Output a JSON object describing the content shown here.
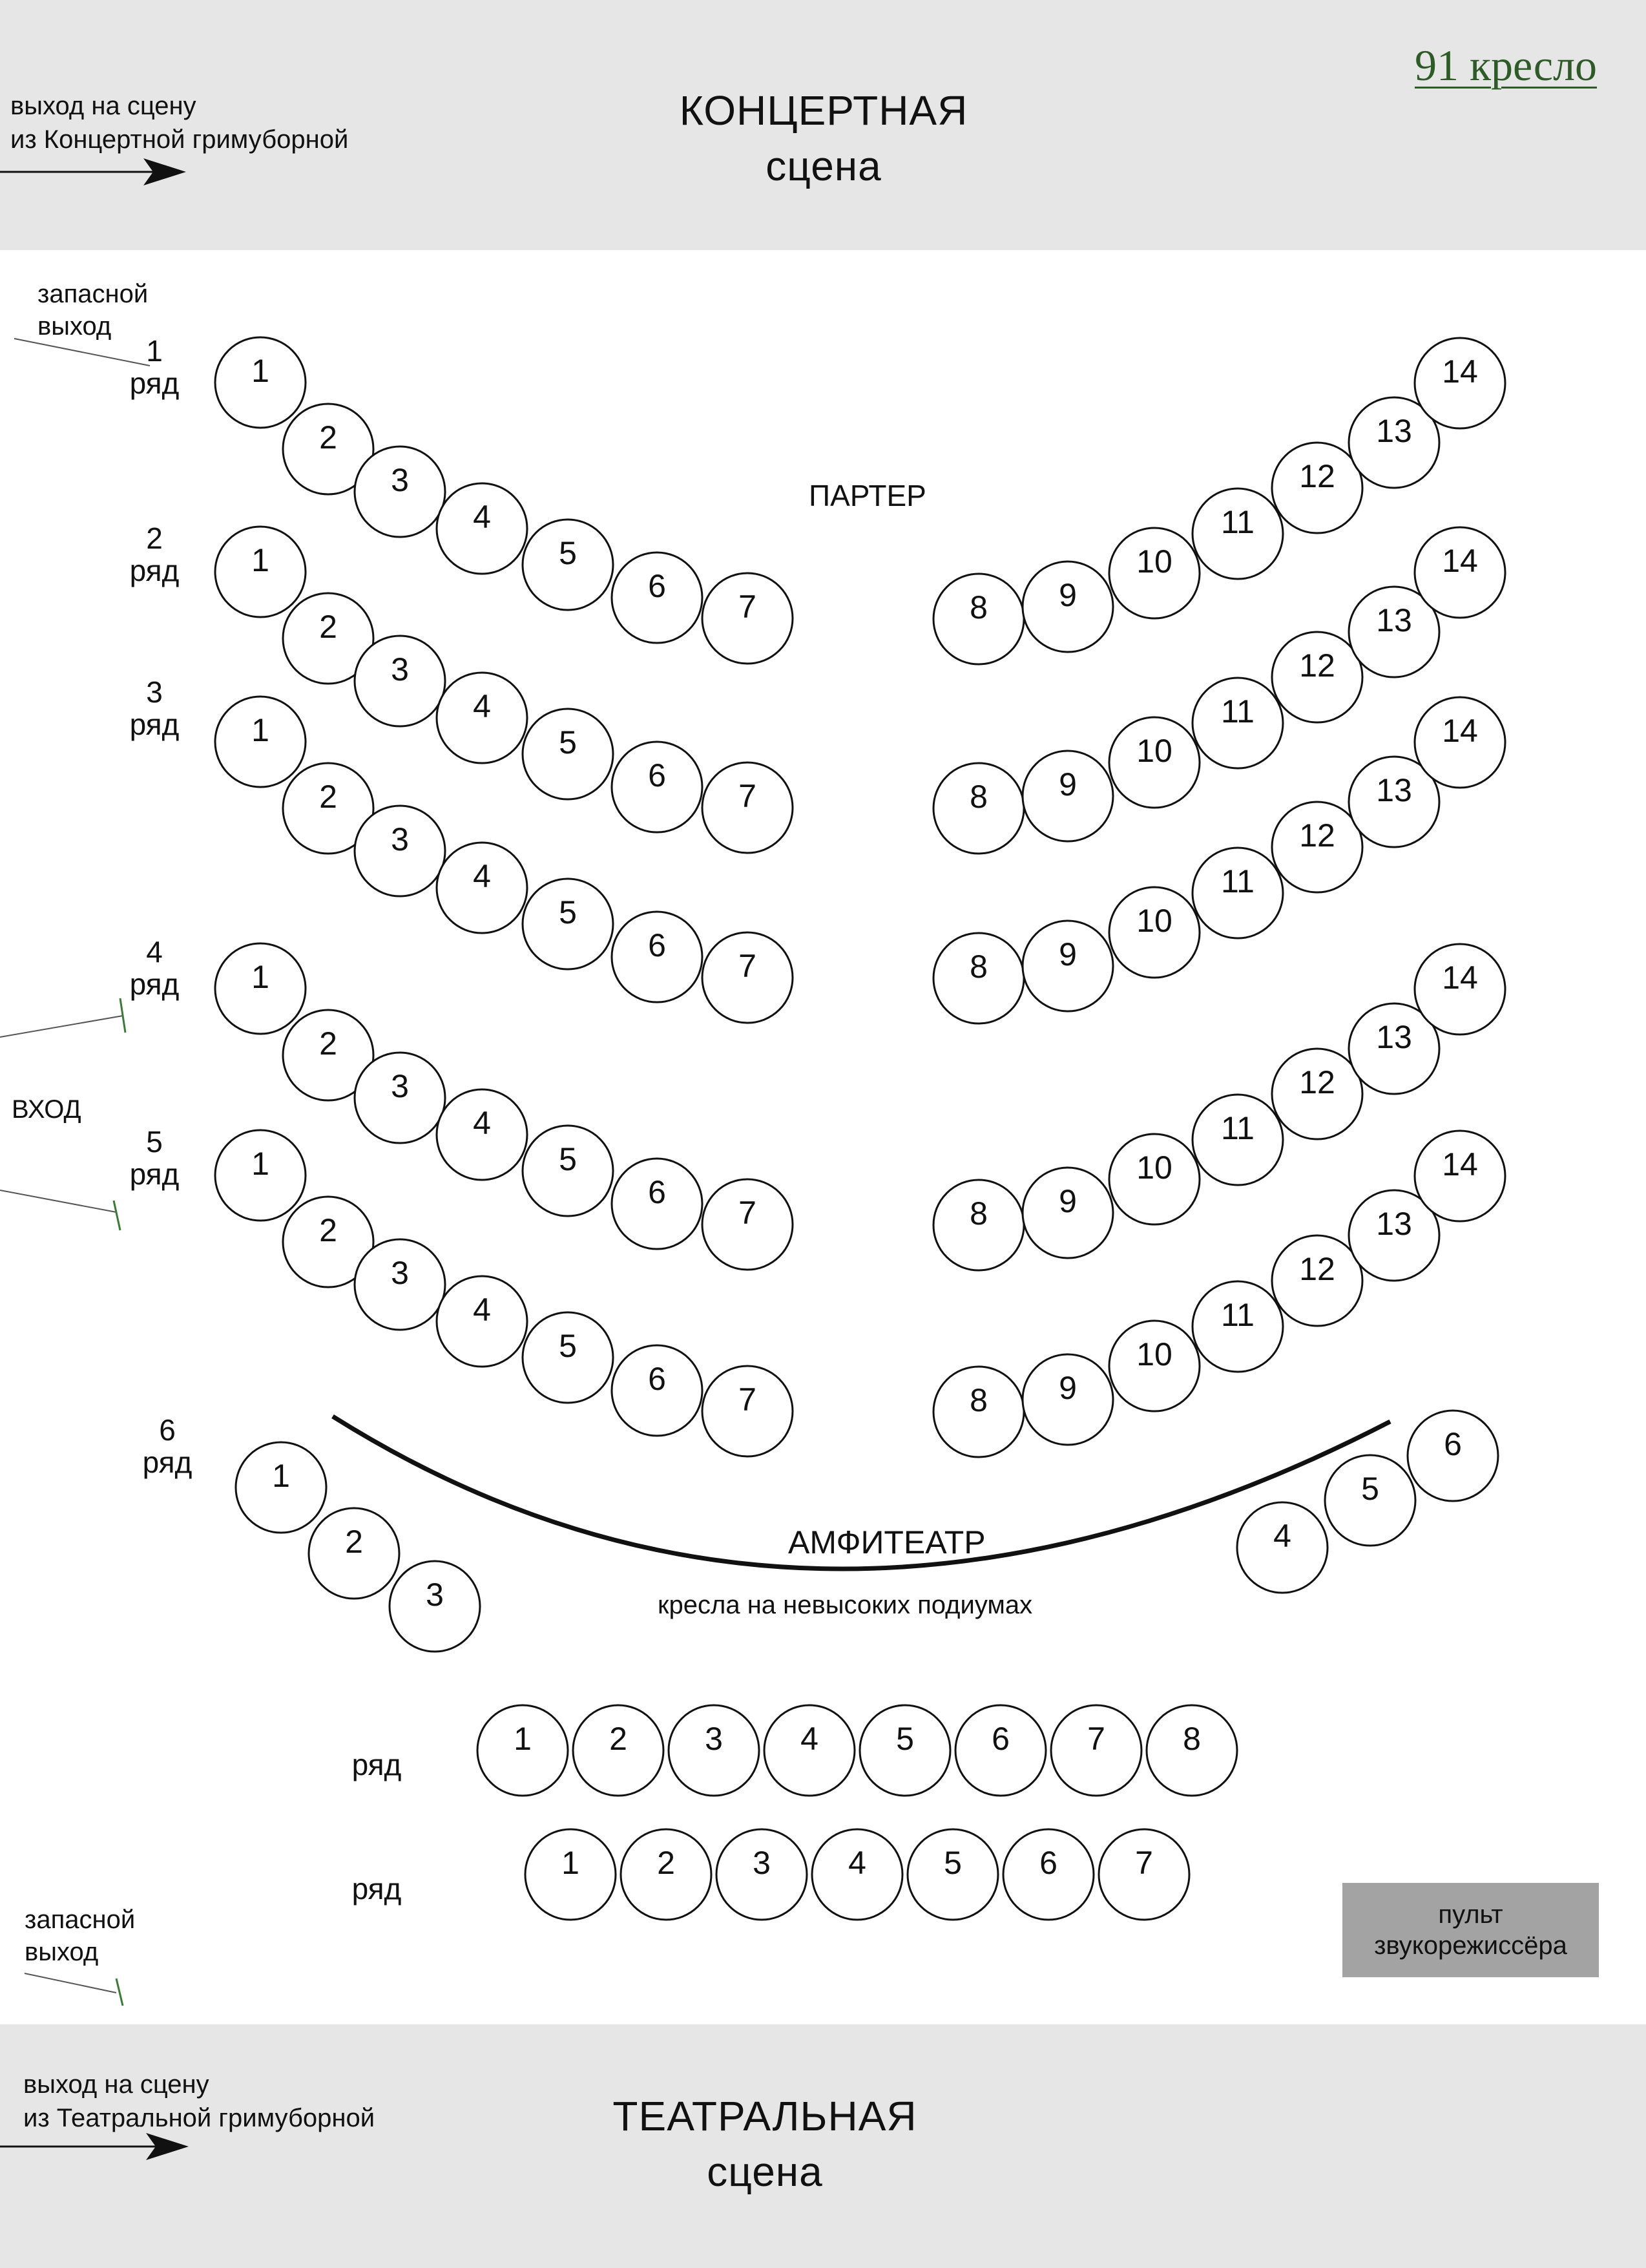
{
  "header": {
    "stage_title_line1": "КОНЦЕРТНАЯ",
    "stage_title_line2": "сцена",
    "exit_note": "выход на сцену\nиз Концертной гримуборной",
    "seat_count": "91 кресло"
  },
  "footer": {
    "stage_title_line1": "ТЕАТРАЛЬНАЯ",
    "stage_title_line2": "сцена",
    "exit_note": "выход на сцену\nиз Театральной гримуборной"
  },
  "labels": {
    "emergency_exit_top": "запасной\nвыход",
    "emergency_exit_bottom": "запасной\nвыход",
    "entrance": "вход",
    "parterre": "ПАРТЕР",
    "amphitheatre": "АМФИТЕАТР",
    "amphitheatre_note": "кресла на невысоких подиумах",
    "sound_desk_line1": "пульт",
    "sound_desk_line2": "звукорежиссёра"
  },
  "rows": [
    {
      "number": "1",
      "word": "ряд"
    },
    {
      "number": "2",
      "word": "ряд"
    },
    {
      "number": "3",
      "word": "ряд"
    },
    {
      "number": "4",
      "word": "ряд"
    },
    {
      "number": "5",
      "word": "ряд"
    },
    {
      "number": "6",
      "word": "ряд"
    },
    {
      "number": "",
      "word": "ряд"
    },
    {
      "number": "",
      "word": "ряд"
    }
  ],
  "seating": {
    "parterre_rows": [
      {
        "row": "1",
        "seats": [
          "1",
          "2",
          "3",
          "4",
          "5",
          "6",
          "7",
          "8",
          "9",
          "10",
          "11",
          "12",
          "13",
          "14"
        ]
      },
      {
        "row": "2",
        "seats": [
          "1",
          "2",
          "3",
          "4",
          "5",
          "6",
          "7",
          "8",
          "9",
          "10",
          "11",
          "12",
          "13",
          "14"
        ]
      },
      {
        "row": "3",
        "seats": [
          "1",
          "2",
          "3",
          "4",
          "5",
          "6",
          "7",
          "8",
          "9",
          "10",
          "11",
          "12",
          "13",
          "14"
        ]
      },
      {
        "row": "4",
        "seats": [
          "1",
          "2",
          "3",
          "4",
          "5",
          "6",
          "7",
          "8",
          "9",
          "10",
          "11",
          "12",
          "13",
          "14"
        ]
      },
      {
        "row": "5",
        "seats": [
          "1",
          "2",
          "3",
          "4",
          "5",
          "6",
          "7",
          "8",
          "9",
          "10",
          "11",
          "12",
          "13",
          "14"
        ]
      }
    ],
    "amphitheatre_row_6": {
      "left_seats": [
        "1",
        "2",
        "3"
      ],
      "right_seats": [
        "4",
        "5",
        "6"
      ]
    },
    "back_rows": [
      {
        "seats": [
          "1",
          "2",
          "3",
          "4",
          "5",
          "6",
          "7",
          "8"
        ]
      },
      {
        "seats": [
          "1",
          "2",
          "3",
          "4",
          "5",
          "6",
          "7"
        ]
      }
    ]
  },
  "colors": {
    "band": "#e6e6e6",
    "seat_count": "#2e5a27",
    "sound_desk": "#a3a3a3",
    "marker": "#3c7a3a"
  }
}
